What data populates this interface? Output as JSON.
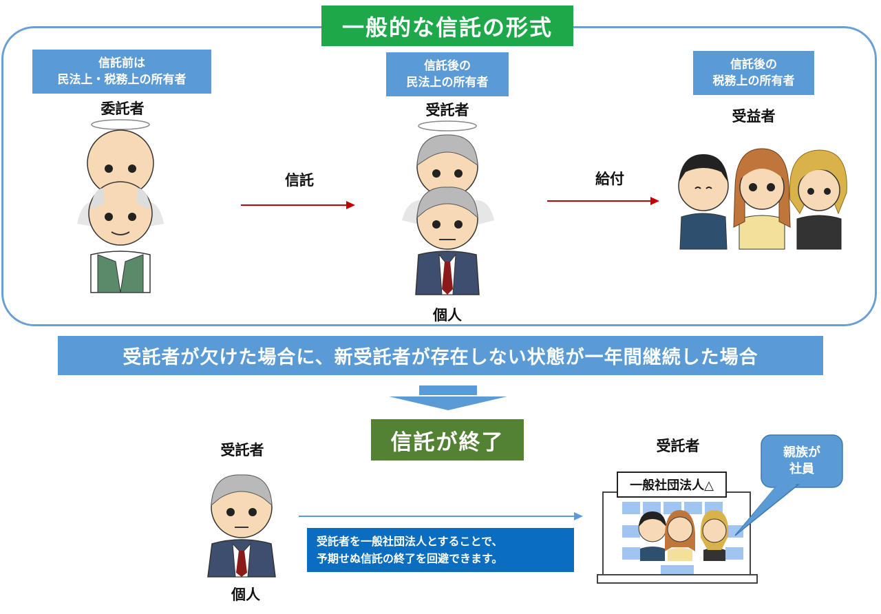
{
  "title": "一般的な信託の形式",
  "settlor": {
    "box_line1": "信託前は",
    "box_line2": "民法上・税務上の所有者",
    "label": "委託者"
  },
  "trustee": {
    "box_line1": "信託後の",
    "box_line2": "民法上の所有者",
    "label": "受託者",
    "sub": "個人"
  },
  "beneficiary": {
    "box_line1": "信託後の",
    "box_line2": "税務上の所有者",
    "label": "受益者"
  },
  "arrows": {
    "trust": "信託",
    "benefit": "給付"
  },
  "banner": "受託者が欠けた場合に、新受託者が存在しない状態が一年間継続した場合",
  "end_label": "信託が終了",
  "bottom": {
    "left_label": "受託者",
    "left_sub": "個人",
    "right_label": "受託者",
    "corp_name": "一般社団法人△",
    "bubble_line1": "親族が",
    "bubble_line2": "社員",
    "note_line1": "受託者を一般社団法人とすることで、",
    "note_line2": "予期せぬ信託の終了を回避できます。"
  },
  "colors": {
    "frame": "#6a9fd4",
    "title_bg": "#1ea84a",
    "box_bg": "#5b9bd5",
    "end_bg": "#548235",
    "note_bg": "#0b6dbf",
    "arrow_red": "#c00000",
    "arrow_blue": "#5b9bd5"
  }
}
